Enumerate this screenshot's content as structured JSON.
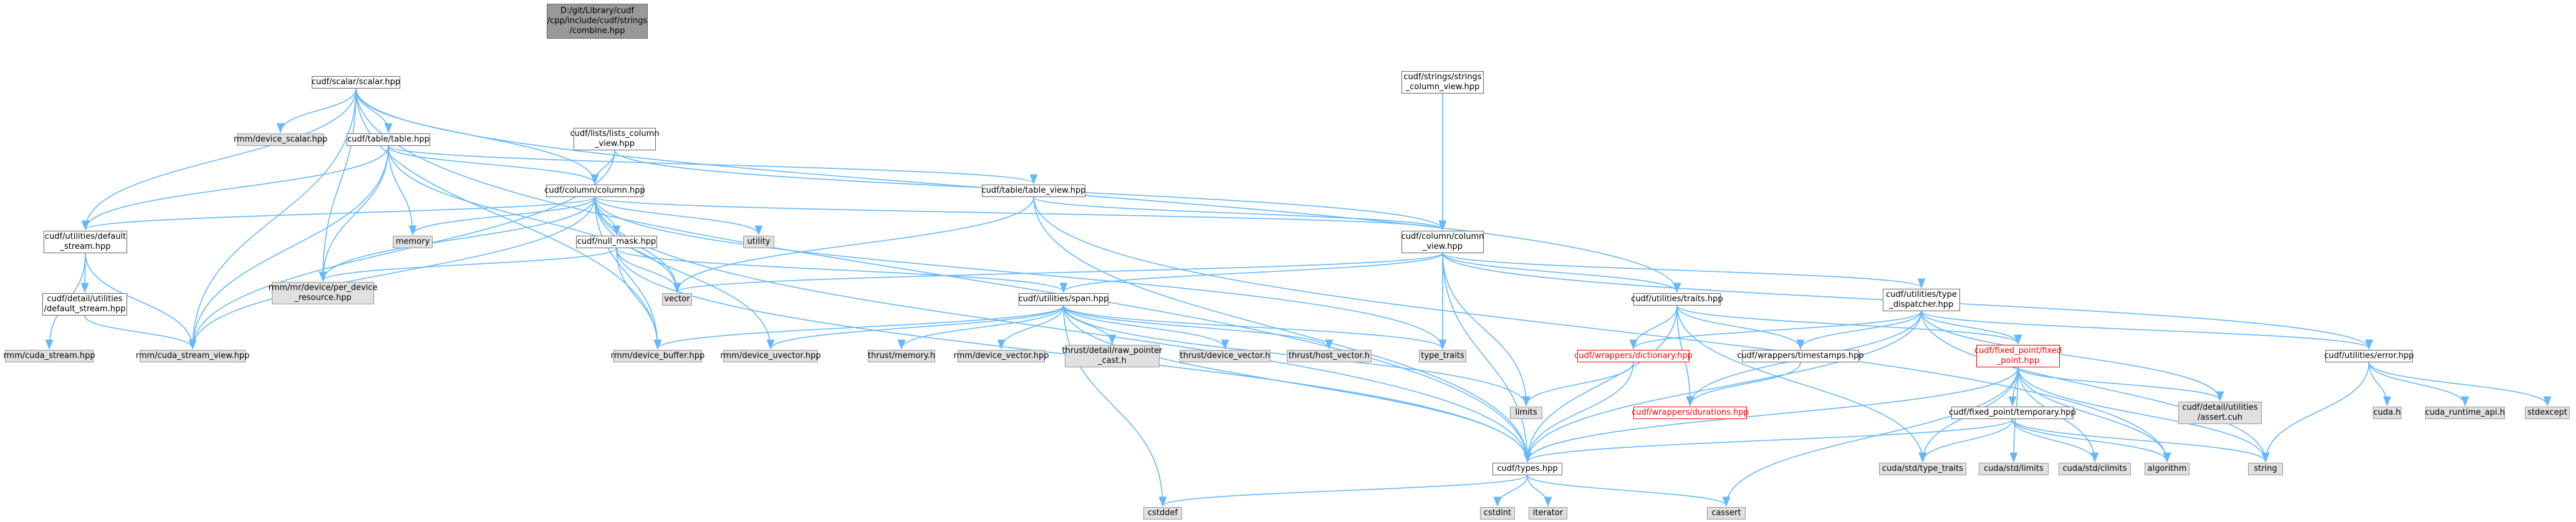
{
  "colors": {
    "edge": "#63b8ff",
    "root_fill": "#999999",
    "system_fill": "#e0e0e0",
    "doc_fill": "#ffffff",
    "broken_border": "#ff0000"
  },
  "nodes": {
    "root": "D:/git/Library/cudf\n/cpp/include/cudf/strings\n/combine.hpp",
    "scalar": "cudf/scalar/scalar.hpp",
    "lists_view": "cudf/lists/lists_column\n_view.hpp",
    "strings_view": "cudf/strings/strings\n_column_view.hpp",
    "device_scalar": "rmm/device_scalar.hpp",
    "table": "cudf/table/table.hpp",
    "column": "cudf/column/column.hpp",
    "table_view": "cudf/table/table_view.hpp",
    "column_view": "cudf/column/column\n_view.hpp",
    "default_stream": "cudf/utilities/default\n_stream.hpp",
    "memory": "memory",
    "utility": "utility",
    "null_mask": "cudf/null_mask.hpp",
    "per_device": "rmm/mr/device/per_device\n_resource.hpp",
    "vector": "vector",
    "detail_default_stream": "cudf/detail/utilities\n/default_stream.hpp",
    "span": "cudf/utilities/span.hpp",
    "traits": "cudf/utilities/traits.hpp",
    "type_dispatcher": "cudf/utilities/type\n_dispatcher.hpp",
    "error": "cudf/utilities/error.hpp",
    "cuda_stream": "rmm/cuda_stream.hpp",
    "cuda_stream_view": "rmm/cuda_stream_view.hpp",
    "device_buffer": "rmm/device_buffer.hpp",
    "device_uvector": "rmm/device_uvector.hpp",
    "thrust_memory": "thrust/memory.h",
    "thrust_device_vector_hpp": "rmm/device_vector.hpp",
    "thrust_raw_pointer": "thrust/detail/raw_pointer\n_cast.h",
    "thrust_device_vector": "thrust/device_vector.h",
    "thrust_host_vector": "thrust/host_vector.h",
    "type_traits": "type_traits",
    "wrappers_dictionary": "cudf/wrappers/dictionary.hpp",
    "wrappers_timestamps": "cudf/wrappers/timestamps.hpp",
    "fixed_point": "cudf/fixed_point/fixed\n_point.hpp",
    "assert_cuh": "cudf/detail/utilities\n/assert.cuh",
    "cuda_h": "cuda.h",
    "cuda_runtime": "cuda_runtime_api.h",
    "stdexcept": "stdexcept",
    "limits": "limits",
    "wrappers_durations": "cudf/wrappers/durations.hpp",
    "temporary": "cudf/fixed_point/temporary.hpp",
    "types": "cudf/types.hpp",
    "cuda_type_traits": "cuda/std/type_traits",
    "cuda_limits": "cuda/std/limits",
    "cuda_climits": "cuda/std/climits",
    "algorithm": "algorithm",
    "string": "string",
    "cstddef": "cstddef",
    "cstdint": "cstdint",
    "iterator": "iterator",
    "cassert": "cassert"
  }
}
